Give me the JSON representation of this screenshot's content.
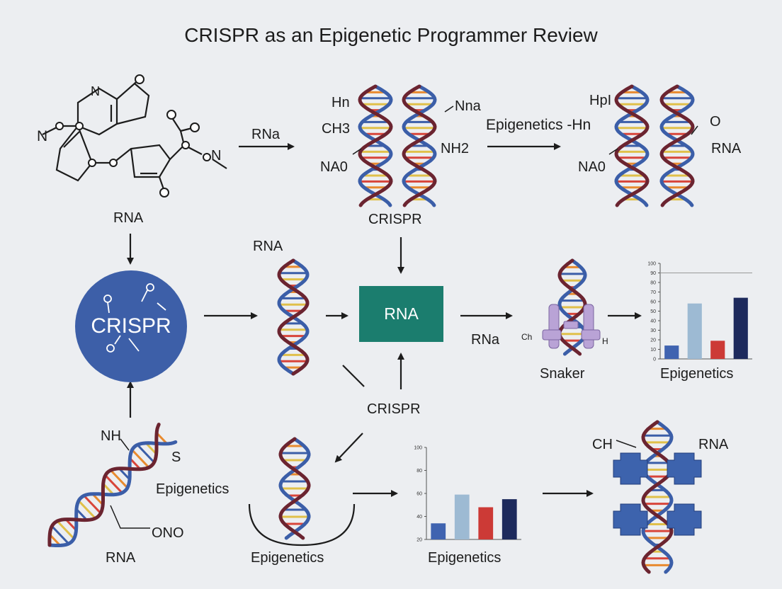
{
  "title": "CRISPR as an Epigenetic Programmer Review",
  "colors": {
    "background": "#eceef1",
    "helix_blue": "#3b5ea8",
    "helix_dark": "#6b2430",
    "rung_red": "#d8453a",
    "rung_orange": "#e88a2f",
    "circle_blue": "#3d5fa8",
    "box_teal": "#1b7d6e",
    "protein_purple": "#b9a3d6",
    "bar_blue": "#3f63b0",
    "bar_light": "#9dbad3",
    "bar_red": "#cc3a36",
    "bar_navy": "#1d2a5c"
  },
  "row1": {
    "molecule_N_left": "N",
    "molecule_N_ring": "N",
    "molecule_N_right": "N",
    "arrow1_label": "RNa",
    "helix_a_labels": {
      "hn": "Hn",
      "ch3": "CH3",
      "na0": "NA0",
      "nna": "Nna",
      "nh2": "NH2",
      "caption": "CRISPR"
    },
    "arrow2_label": "Epigenetics -Hn",
    "helix_b_labels": {
      "hpi": "HpI",
      "o": "O",
      "na0": "NA0",
      "rna": "RNA"
    }
  },
  "row2": {
    "rna_above_circle": "RNA",
    "circle_label": "CRISPR",
    "rna_above_helix": "RNA",
    "box_label": "RNA",
    "rna_arrow_label": "RNa",
    "protein_caption": "Snaker",
    "protein_left": "Ch",
    "protein_right": "H",
    "chart_caption": "Epigenetics",
    "crispr_center": "CRISPR"
  },
  "row3": {
    "nh": "NH",
    "s": "S",
    "epigenetics_left": "Epigenetics",
    "ono": "ONO",
    "rna_bottom": "RNA",
    "bowl_caption": "Epigenetics",
    "chart_caption": "Epigenetics",
    "ch": "CH",
    "rna_right": "RNA"
  },
  "chart_data": [
    {
      "type": "bar",
      "categories": [
        "",
        "",
        "",
        ""
      ],
      "values": [
        14,
        58,
        19,
        64
      ],
      "yticks": [
        0,
        10,
        20,
        30,
        40,
        50,
        60,
        70,
        80,
        90,
        100
      ],
      "ylim": [
        0,
        100
      ],
      "reference_line": 90,
      "colors": [
        "#3f63b0",
        "#9dbad3",
        "#cc3a36",
        "#1d2a5c"
      ],
      "caption": "Epigenetics"
    },
    {
      "type": "bar",
      "categories": [
        "",
        "",
        "",
        ""
      ],
      "values": [
        34,
        59,
        48,
        55
      ],
      "yticks": [
        20,
        40,
        60,
        80,
        100
      ],
      "ylim": [
        20,
        100
      ],
      "colors": [
        "#3f63b0",
        "#9dbad3",
        "#cc3a36",
        "#1d2a5c"
      ],
      "caption": "Epigenetics"
    }
  ]
}
